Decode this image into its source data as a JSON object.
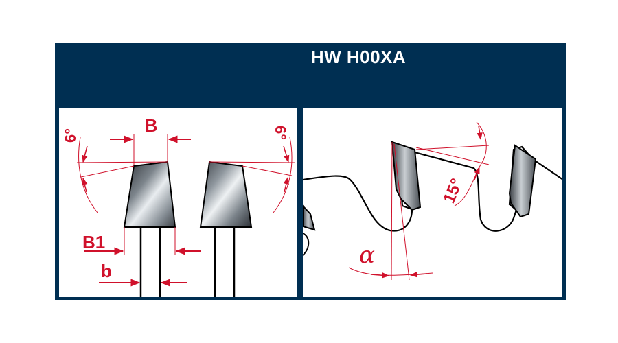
{
  "header": {
    "title": "HW  H00XA"
  },
  "left_panel": {
    "labels": {
      "B": "B",
      "B1": "B1",
      "b": "b",
      "angle_left": "6°",
      "angle_right": "6°"
    }
  },
  "right_panel": {
    "labels": {
      "alpha": "α",
      "angle_15": "15°"
    }
  },
  "colors": {
    "frame": "#002f52",
    "annotation_red": "#d0112b",
    "tooth_outline": "#000000"
  }
}
